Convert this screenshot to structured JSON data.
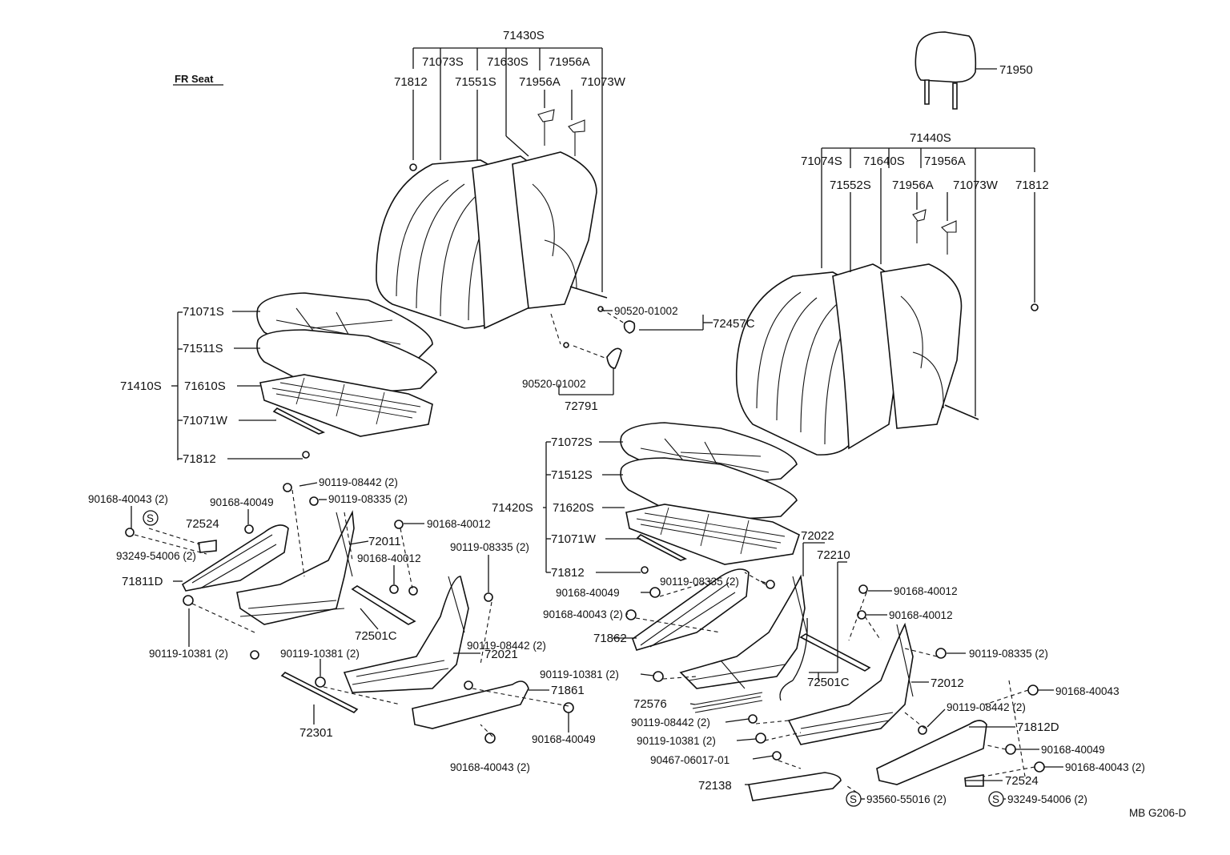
{
  "title": "FR Seat",
  "footer": "MB G206-D",
  "left_seat": {
    "back_group": "71430S",
    "back_parts": [
      "71073S",
      "71630S",
      "71956A",
      "71812",
      "71551S",
      "71956A",
      "71073W"
    ],
    "cushion_group": "71410S",
    "cushion_parts": [
      "71071S",
      "71511S",
      "71610S",
      "71071W",
      "71812"
    ],
    "clip_a": "90520-01002",
    "clip_b": "90520-01002",
    "cover_group_a": "72457C",
    "cover_group_b": "72791"
  },
  "right_seat": {
    "headrest": "71950",
    "back_group": "71440S",
    "back_parts": [
      "71074S",
      "71640S",
      "71956A",
      "71552S",
      "71956A",
      "71073W",
      "71812"
    ],
    "cushion_group": "71420S",
    "cushion_parts": [
      "71072S",
      "71512S",
      "71620S",
      "71071W",
      "71812"
    ]
  },
  "left_adjuster": {
    "labels": [
      "90168-40043 (2)",
      "90168-40049",
      "72524",
      "93249-54006 (2)",
      "71811D",
      "90119-08442 (2)",
      "90119-08335 (2)",
      "72011",
      "90168-40012",
      "90168-40012",
      "90119-08335 (2)",
      "72501C",
      "90119-10381 (2)",
      "90119-10381 (2)",
      "72021",
      "90119-08442 (2)",
      "71861",
      "72301",
      "90168-40049",
      "90168-40043 (2)"
    ],
    "s_mark": "S"
  },
  "right_adjuster": {
    "labels": [
      "72022",
      "72210",
      "90119-08335 (2)",
      "90168-40049",
      "90168-40043 (2)",
      "71862",
      "90168-40012",
      "90168-40012",
      "90119-08335 (2)",
      "90119-10381 (2)",
      "72501C",
      "72012",
      "72576",
      "90168-40043",
      "90119-08442 (2)",
      "90119-08442 (2)",
      "71812D",
      "90119-10381 (2)",
      "90168-40049",
      "90467-06017-01",
      "90168-40043 (2)",
      "72524",
      "72138",
      "93560-55016 (2)",
      "93249-54006 (2)"
    ],
    "s_mark": "S"
  }
}
